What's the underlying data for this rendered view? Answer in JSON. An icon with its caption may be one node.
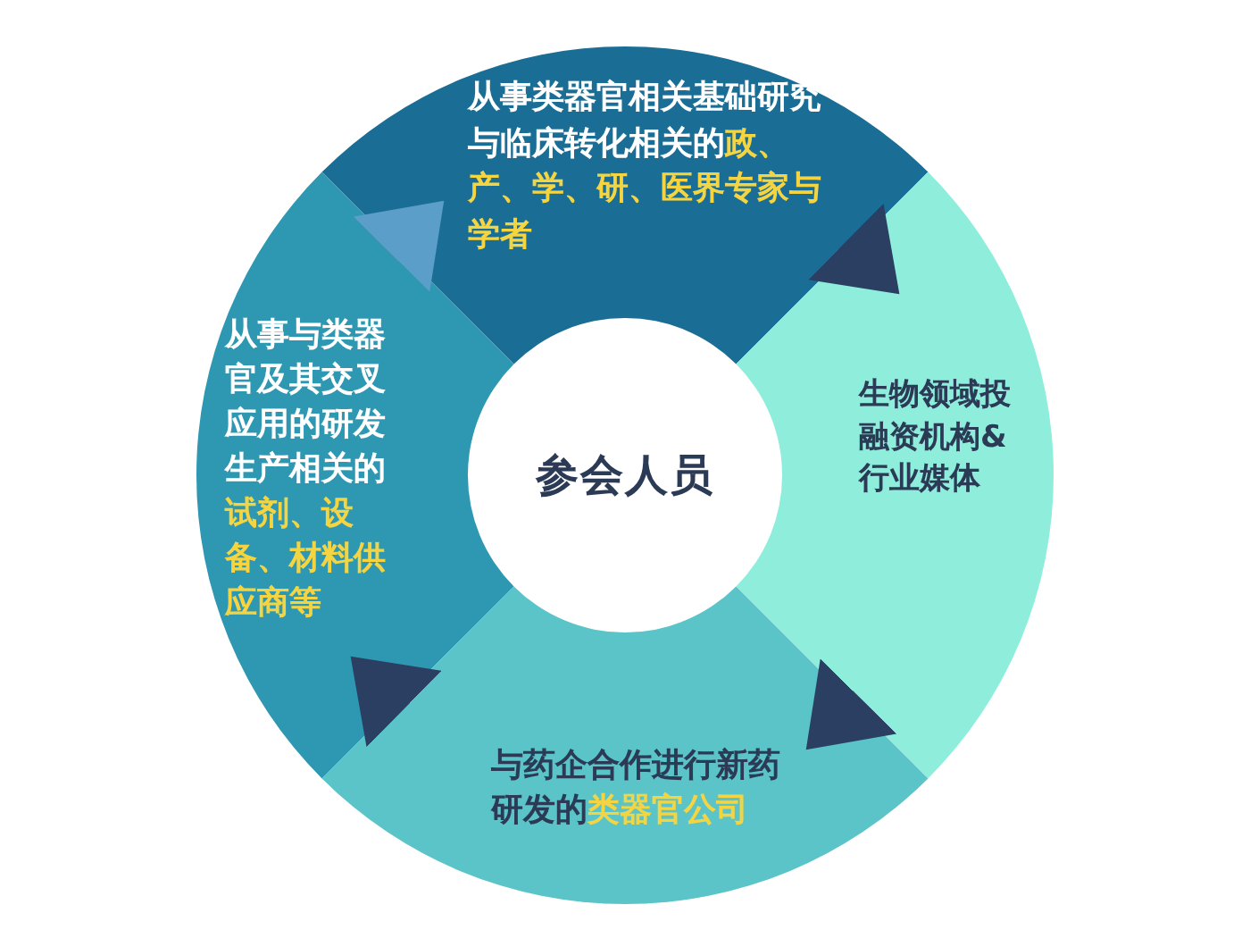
{
  "diagram": {
    "nodes": [
      {
        "text": [
          "从事类器官相关基础研究与临床转化相关的**政、产、学、研、医界专家与学者**"
        ]
      },
      {
        "text": [
          "从事与类器官及其交叉应用的研发生产相关的**试剂、设备、材料供应商等**"
        ]
      },
      {
        "text": [
          "参会人员"
        ]
      },
      {
        "text": [
          "生物领域投融资机构&行业媒体"
        ]
      },
      {
        "text": [
          "与药企合作进行新药研发的**类器官公司**"
        ]
      }
    ],
    "edges": [
      {
        "from": 0,
        "to": 3,
        "arrow": "to"
      },
      {
        "from": 3,
        "to": 4,
        "arrow": "to"
      },
      {
        "from": 4,
        "to": 1,
        "arrow": "to"
      },
      {
        "from": 1,
        "to": 0,
        "arrow": "to",
        "color": "#5b9ec9"
      }
    ]
  }
}
